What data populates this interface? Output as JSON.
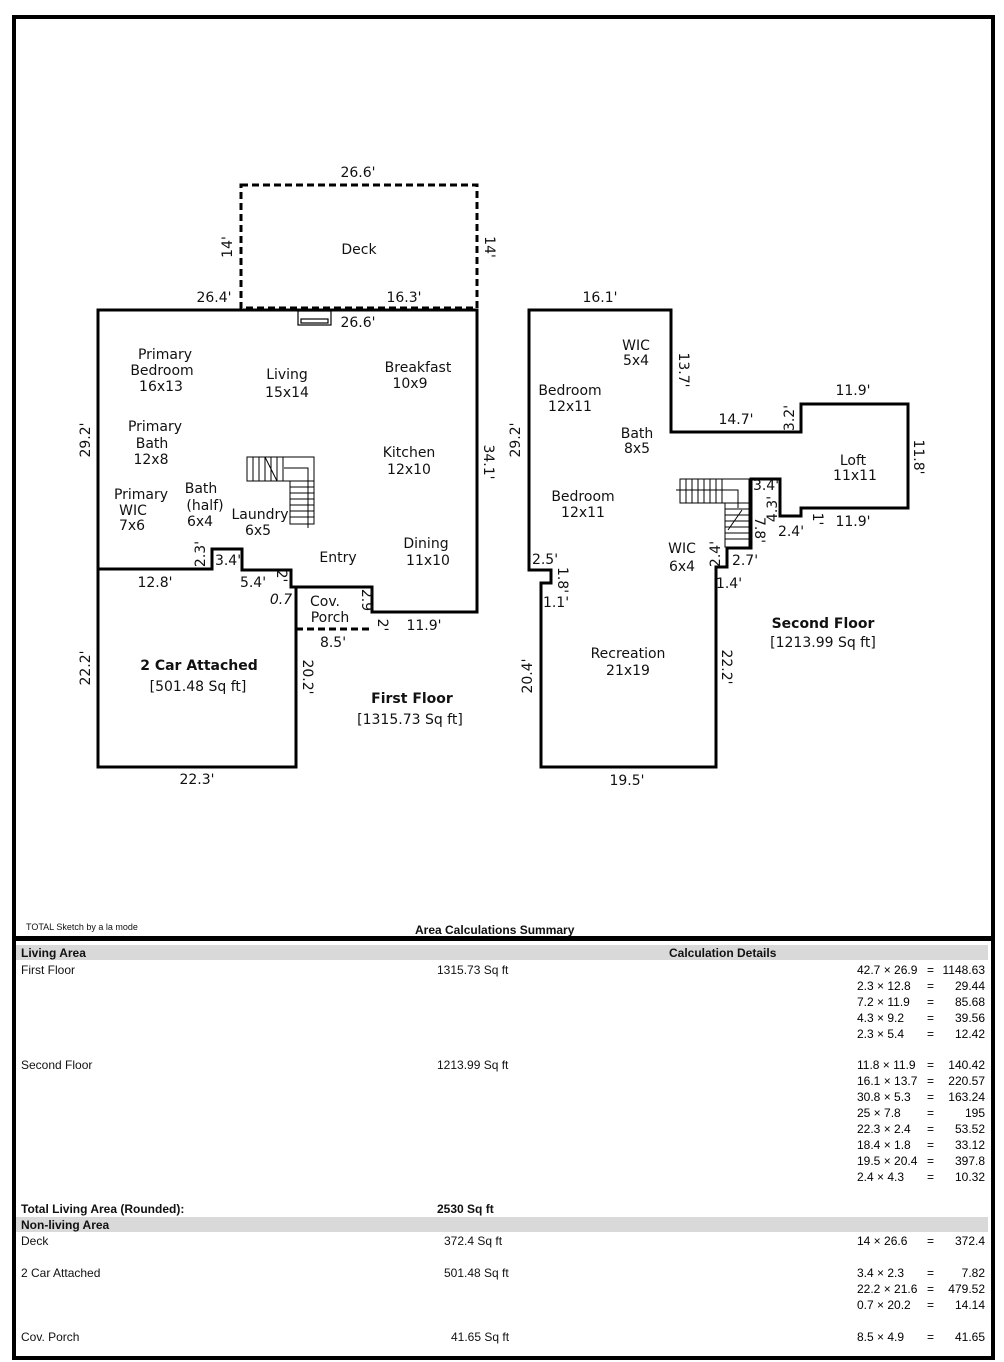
{
  "software": "TOTAL Sketch by a la mode",
  "summary_title": "Area Calculations Summary",
  "first_floor": {
    "title": "First Floor",
    "area": "[1315.73 Sq ft]",
    "rooms": {
      "deck": "Deck",
      "primary_bedroom": [
        "Primary",
        "Bedroom",
        "16x13"
      ],
      "living": [
        "Living",
        "15x14"
      ],
      "breakfast": [
        "Breakfast",
        "10x9"
      ],
      "primary_bath": [
        "Primary",
        "Bath",
        "12x8"
      ],
      "kitchen": [
        "Kitchen",
        "12x10"
      ],
      "primary_wic": [
        "Primary",
        "WIC",
        "7x6"
      ],
      "bath_half": [
        "Bath",
        "(half)",
        "6x4"
      ],
      "laundry": [
        "Laundry",
        "6x5"
      ],
      "entry": "Entry",
      "dining": [
        "Dining",
        "11x10"
      ],
      "porch": [
        "Cov.",
        "Porch"
      ],
      "garage": [
        "2 Car Attached",
        "[501.48 Sq ft]"
      ]
    },
    "dims": [
      "26.6'",
      "14'",
      "14'",
      "26.4'",
      "16.3'",
      "26.6'",
      "29.2'",
      "34.1'",
      "2.3'",
      "3.4'",
      "12.8'",
      "5.4'",
      "2'",
      "0.7",
      "2.9",
      "2'",
      "8.5'",
      "11.9'",
      "22.2'",
      "20.2'",
      "22.3'"
    ]
  },
  "second_floor": {
    "title": "Second Floor",
    "area": "[1213.99 Sq ft]",
    "rooms": {
      "wic1": [
        "WIC",
        "5x4"
      ],
      "bedroom1": [
        "Bedroom",
        "12x11"
      ],
      "bath": [
        "Bath",
        "8x5"
      ],
      "bedroom2": [
        "Bedroom",
        "12x11"
      ],
      "loft": [
        "Loft",
        "11x11"
      ],
      "wic2": [
        "WIC",
        "6x4"
      ],
      "recreation": [
        "Recreation",
        "21x19"
      ]
    },
    "dims": [
      "16.1'",
      "13.7'",
      "29.2'",
      "14.7'",
      "3.2'",
      "11.9'",
      "11.8'",
      "3.4'",
      "4.3'",
      "7.8'",
      "1'",
      "11.9'",
      "2.4'",
      "2.4'",
      "2.7'",
      "1.4'",
      "2.5'",
      "1.8'",
      "1.1'",
      "20.4'",
      "22.2'",
      "19.5'"
    ]
  },
  "table": {
    "living_header": "Living Area",
    "details_header": "Calculation Details",
    "rows_living": [
      {
        "name": "First Floor",
        "area": "1315.73 Sq ft",
        "calcs": [
          [
            "42.7 × 26.9",
            "1148.63"
          ],
          [
            "2.3 × 12.8",
            "29.44"
          ],
          [
            "7.2 × 11.9",
            "85.68"
          ],
          [
            "4.3 × 9.2",
            "39.56"
          ],
          [
            "2.3 × 5.4",
            "12.42"
          ]
        ]
      },
      {
        "name": "Second Floor",
        "area": "1213.99 Sq ft",
        "calcs": [
          [
            "11.8 × 11.9",
            "140.42"
          ],
          [
            "16.1 × 13.7",
            "220.57"
          ],
          [
            "30.8 × 5.3",
            "163.24"
          ],
          [
            "25 × 7.8",
            "195"
          ],
          [
            "22.3 × 2.4",
            "53.52"
          ],
          [
            "18.4 × 1.8",
            "33.12"
          ],
          [
            "19.5 × 20.4",
            "397.8"
          ],
          [
            "2.4 × 4.3",
            "10.32"
          ]
        ]
      }
    ],
    "total_label": "Total Living Area (Rounded):",
    "total_value": "2530 Sq ft",
    "nonliving_header": "Non-living Area",
    "rows_nonliving": [
      {
        "name": "Deck",
        "area": "372.4 Sq ft",
        "calcs": [
          [
            "14 × 26.6",
            "372.4"
          ]
        ]
      },
      {
        "name": "2 Car Attached",
        "area": "501.48 Sq ft",
        "calcs": [
          [
            "3.4 × 2.3",
            "7.82"
          ],
          [
            "22.2 × 21.6",
            "479.52"
          ],
          [
            "0.7 × 20.2",
            "14.14"
          ]
        ]
      },
      {
        "name": "Cov. Porch",
        "area": "41.65 Sq ft",
        "calcs": [
          [
            "8.5 × 4.9",
            "41.65"
          ]
        ]
      }
    ],
    "eq": "="
  }
}
